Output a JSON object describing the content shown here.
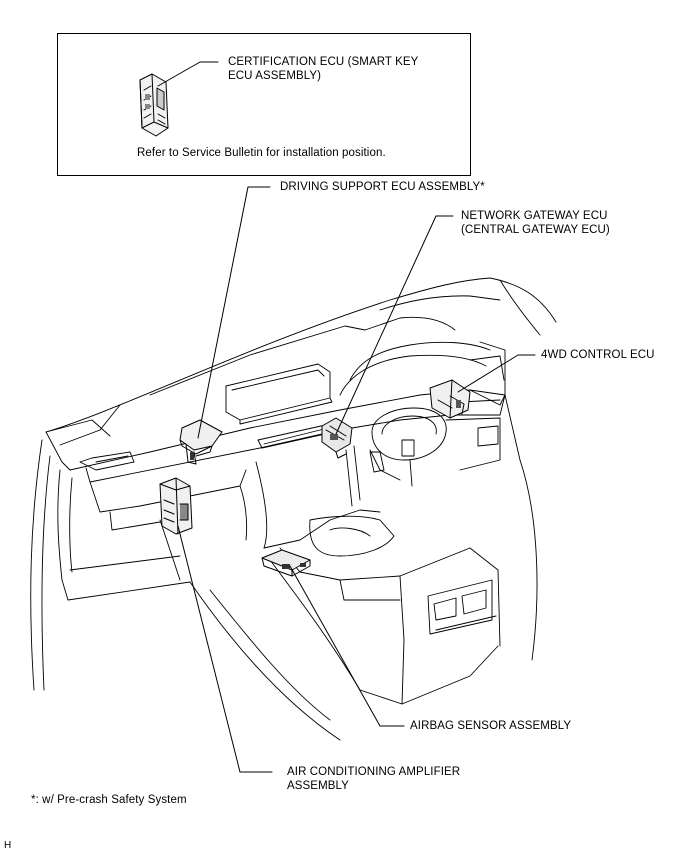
{
  "inset": {
    "label_line1": "CERTIFICATION ECU (SMART KEY",
    "label_line2": "ECU ASSEMBLY)",
    "note": "Refer to Service Bulletin for installation position."
  },
  "callouts": {
    "driving_support": "DRIVING SUPPORT ECU ASSEMBLY*",
    "network_gateway_line1": "NETWORK GATEWAY ECU",
    "network_gateway_line2": "(CENTRAL GATEWAY ECU)",
    "fourwd": "4WD CONTROL ECU",
    "airbag": "AIRBAG SENSOR ASSEMBLY",
    "air_conditioning_line1": "AIR CONDITIONING AMPLIFIER",
    "air_conditioning_line2": "ASSEMBLY"
  },
  "footnote": "*: w/ Pre-crash Safety System",
  "corner_mark": "H"
}
